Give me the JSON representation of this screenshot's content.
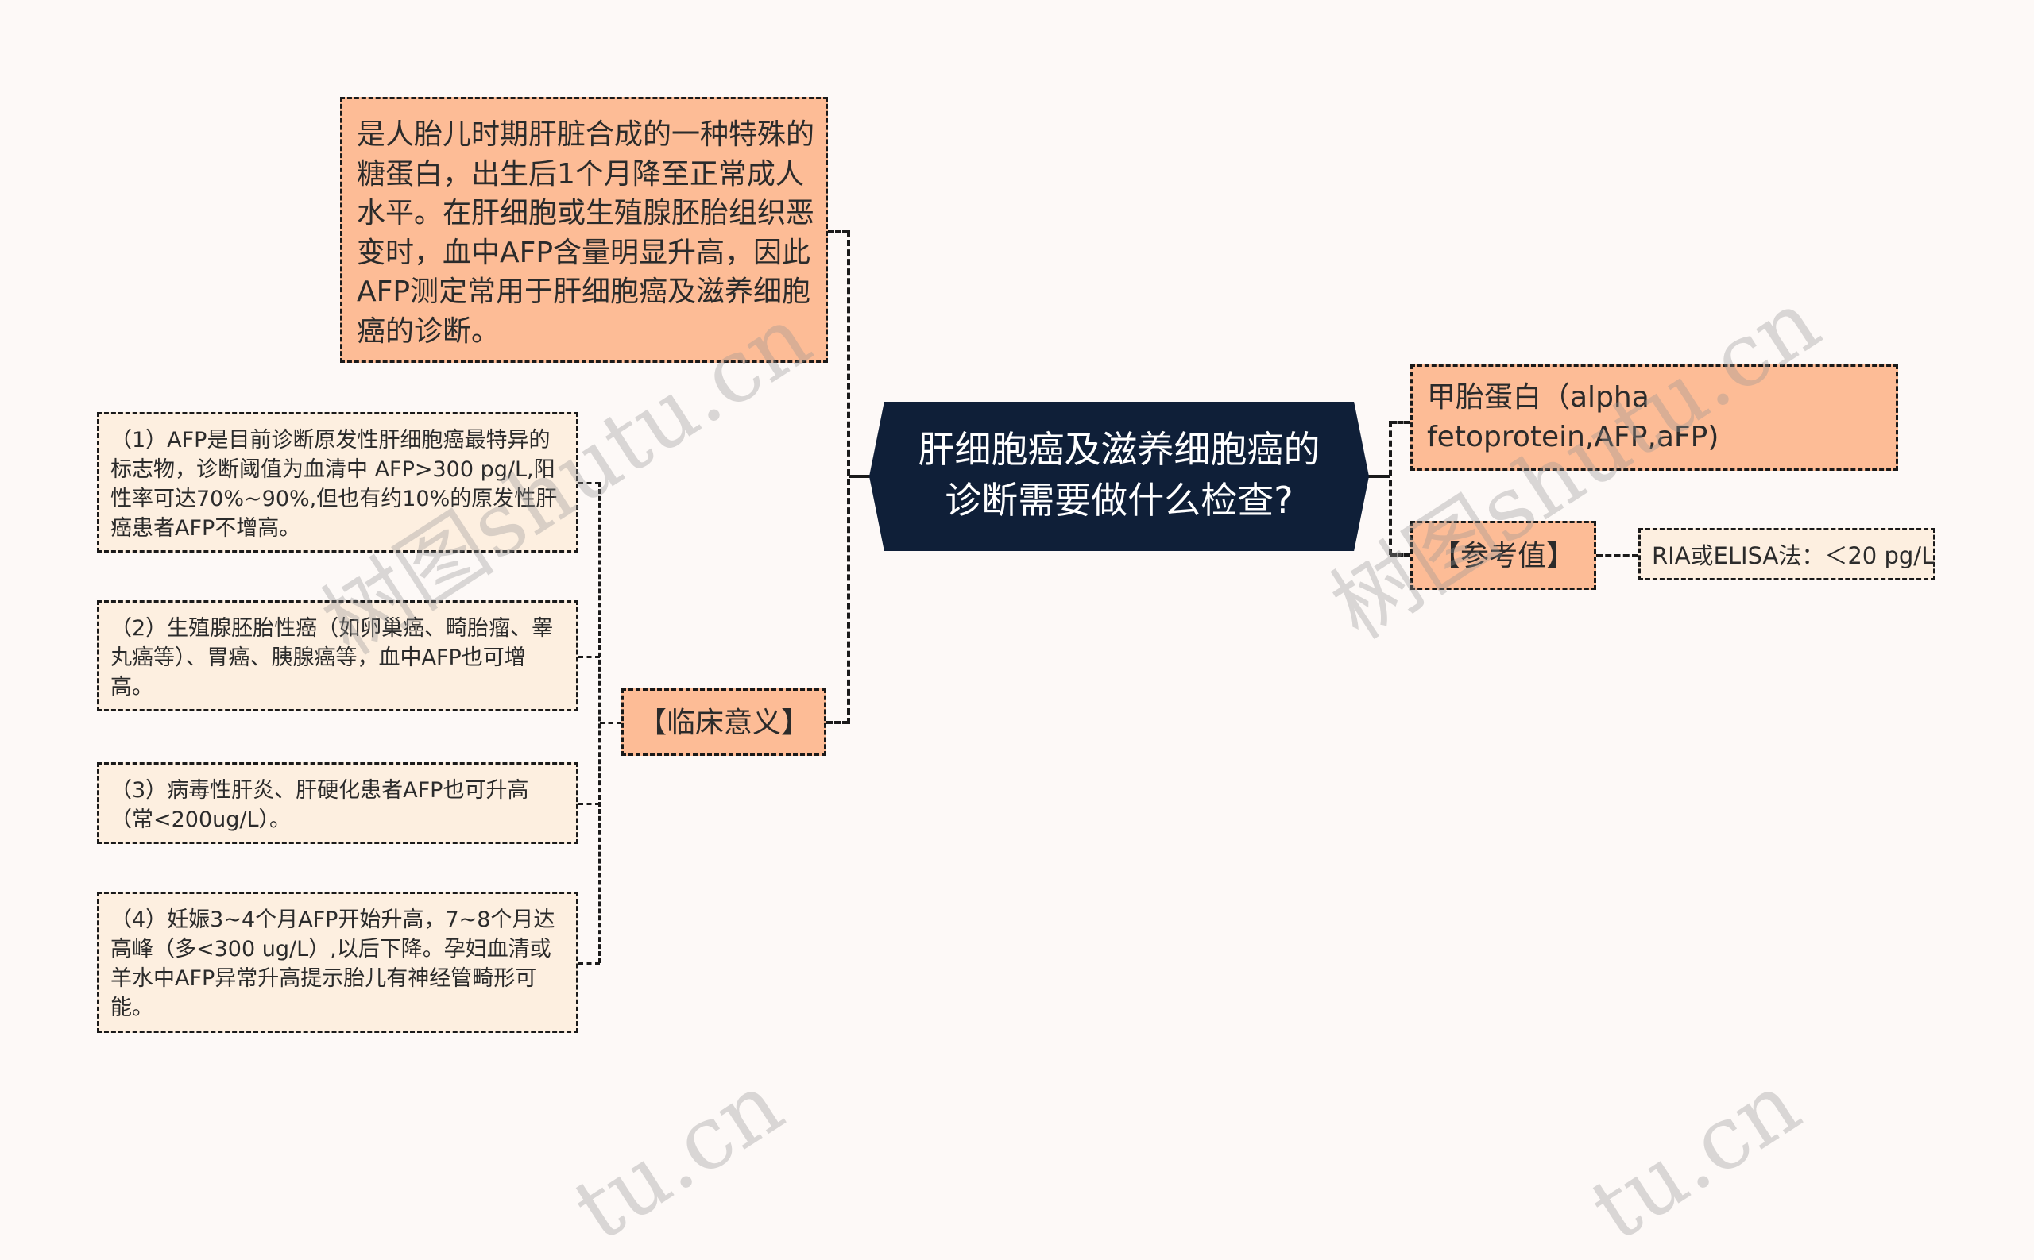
{
  "central": {
    "title": "肝细胞癌及滋养细胞癌的诊断需要做什么检查?"
  },
  "left_top": {
    "description": "是人胎儿时期肝脏合成的一种特殊的糖蛋白，出生后1个月降至正常成人水平。在肝细胞或生殖腺胚胎组织恶变时，血中AFP含量明显升高，因此AFP测定常用于肝细胞癌及滋养细胞癌的诊断。"
  },
  "clinical": {
    "label": "【临床意义】",
    "items": [
      "（1）AFP是目前诊断原发性肝细胞癌最特异的标志物，诊断阈值为血清中 AFP>300 pg/L,阳性率可达70%~90%,但也有约10%的原发性肝癌患者AFP不增高。",
      "（2）生殖腺胚胎性癌（如卵巢癌、畸胎瘤、睾丸癌等）、胃癌、胰腺癌等，血中AFP也可增高。",
      "（3）病毒性肝炎、肝硬化患者AFP也可升高（常<200ug/L）。",
      "（4）妊娠3~4个月AFP开始升高，7~8个月达高峰（多<300 ug/L）,以后下降。孕妇血清或羊水中AFP异常升高提示胎儿有神经管畸形可能。"
    ]
  },
  "right": {
    "name": "甲胎蛋白（alpha fetoprotein,AFP,aFP)",
    "reference_label": "【参考值】",
    "reference_value": "RIA或ELISA法：＜20 pg/L"
  },
  "watermark": {
    "text": "树图shutu.cn",
    "fragment": "tu.cn"
  },
  "colors": {
    "background": "#fdf9f7",
    "central_fill": "#0f1f38",
    "peach_fill": "#fdbc96",
    "cream_fill": "#fdefe0",
    "connector": "#1a1a1a"
  }
}
